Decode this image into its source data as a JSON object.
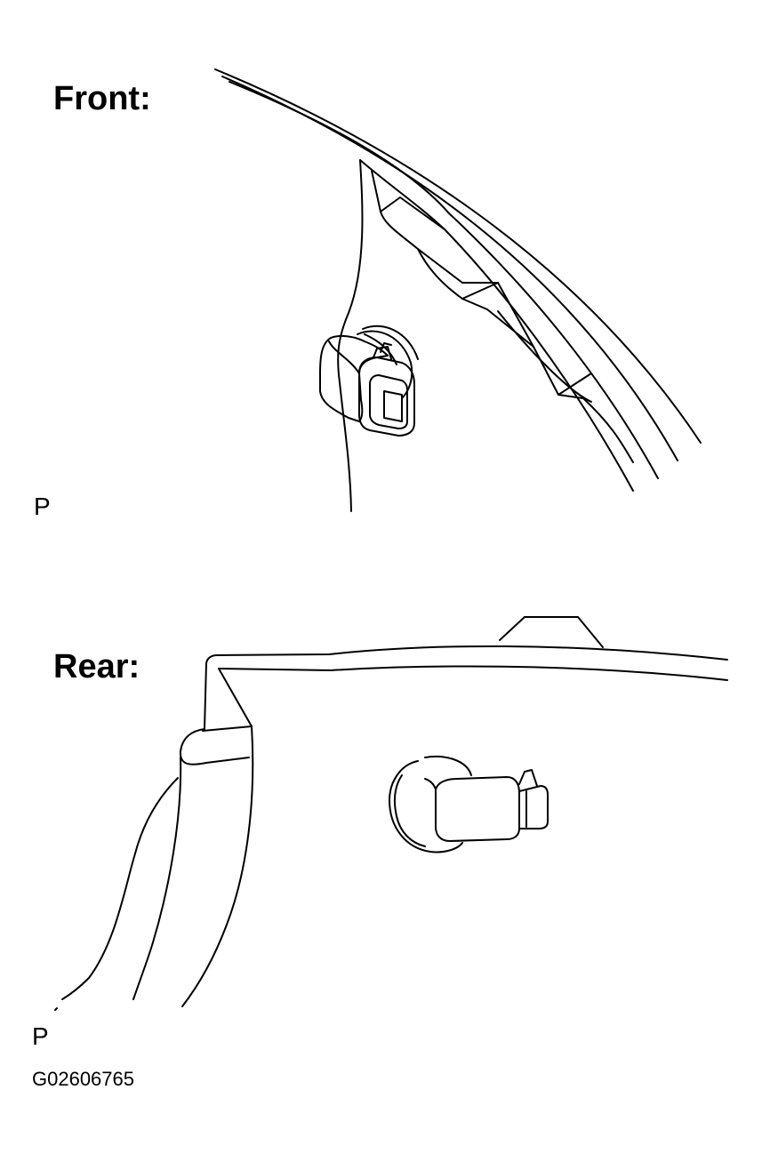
{
  "front": {
    "heading": "Front:",
    "marker": "P"
  },
  "rear": {
    "heading": "Rear:",
    "marker": "P"
  },
  "figure_code": "G02606765",
  "colors": {
    "line": "#000000",
    "background": "#ffffff"
  }
}
